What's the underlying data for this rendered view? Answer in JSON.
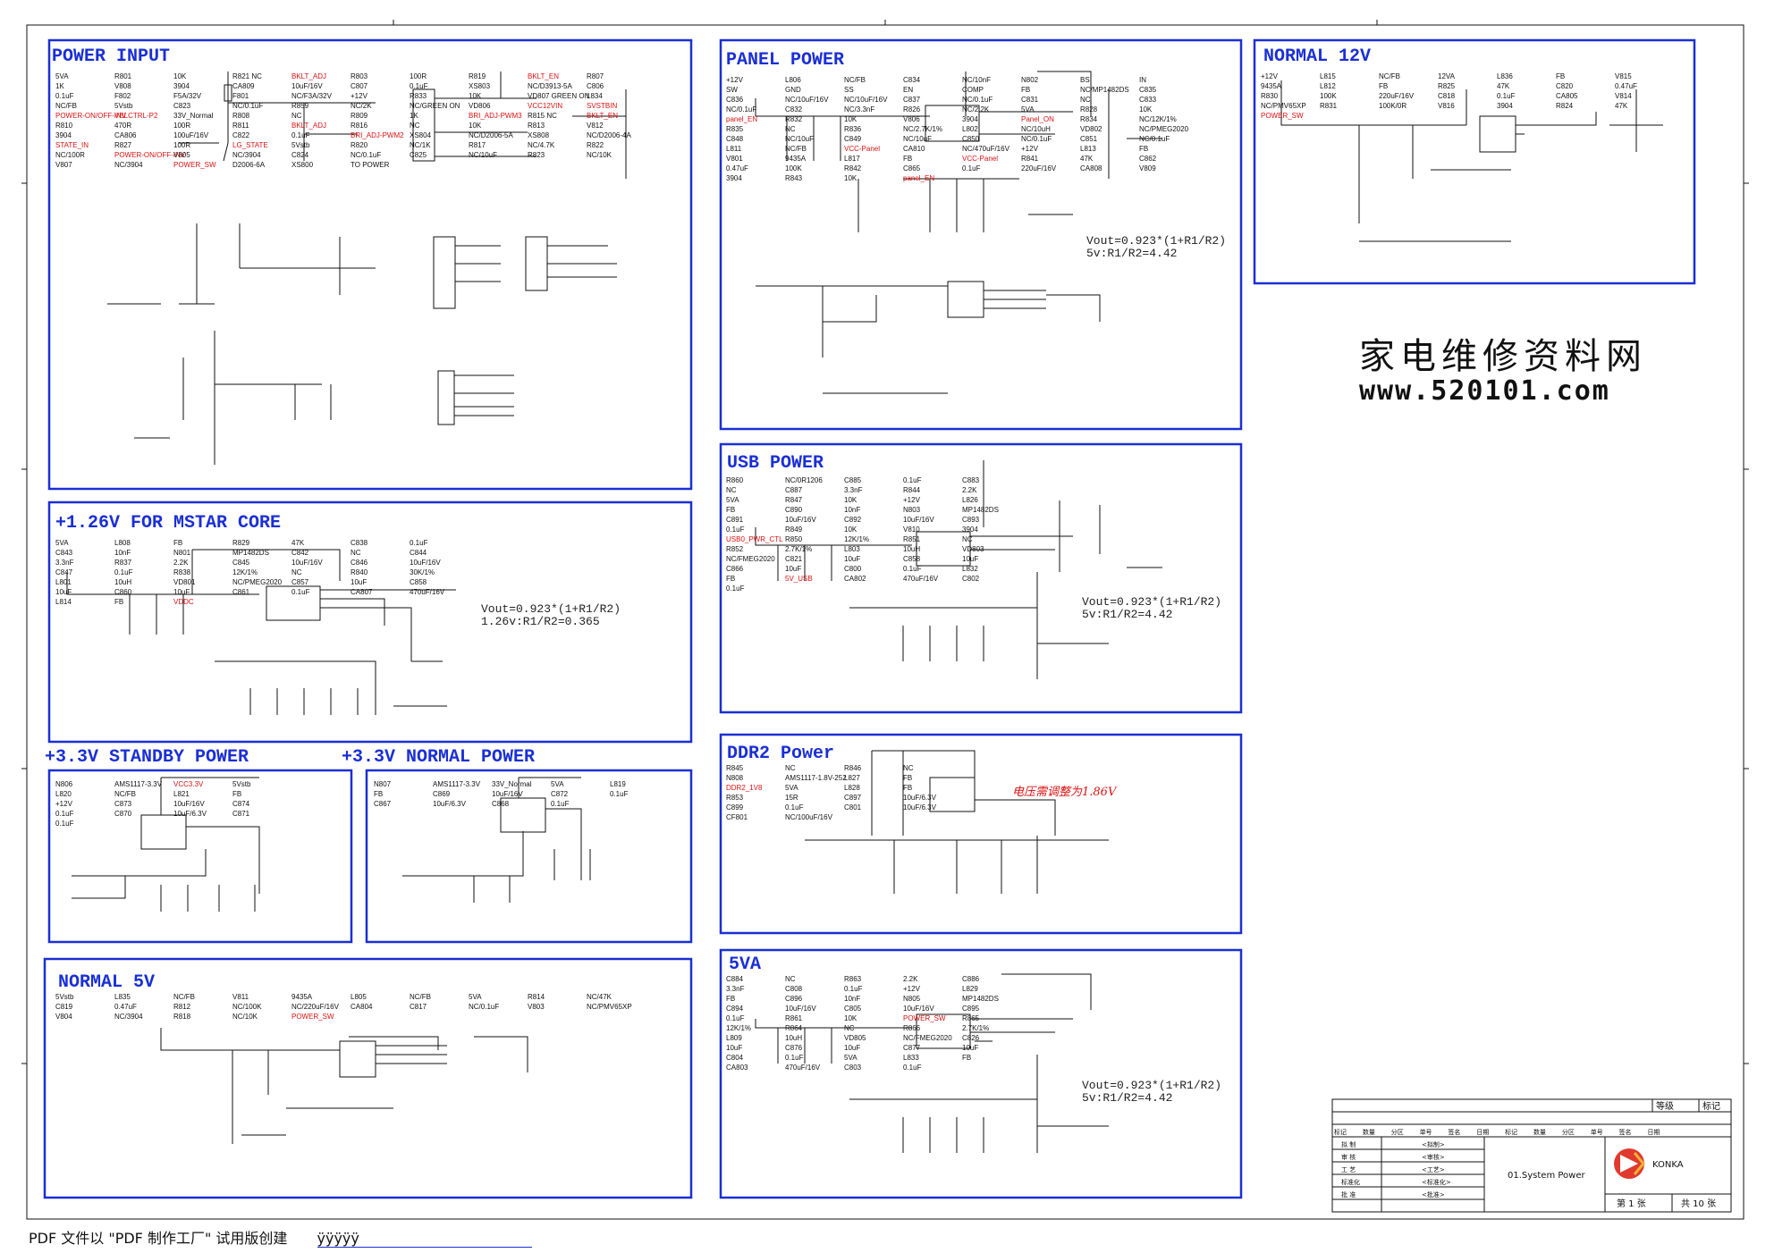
{
  "sections": {
    "power_input": {
      "title": "POWER INPUT"
    },
    "panel_power": {
      "title": "PANEL POWER",
      "formula": "Vout=0.923*(1+R1/R2)",
      "ratio": "5v:R1/R2=4.42"
    },
    "normal_12v": {
      "title": "NORMAL 12V"
    },
    "mstar_core": {
      "title": "+1.26V FOR MSTAR CORE",
      "formula": "Vout=0.923*(1+R1/R2)",
      "ratio": "1.26v:R1/R2=0.365"
    },
    "usb_power": {
      "title": "USB POWER",
      "formula": "Vout=0.923*(1+R1/R2)",
      "ratio": "5v:R1/R2=4.42"
    },
    "standby_33": {
      "title": "+3.3V STANDBY POWER"
    },
    "normal_33": {
      "title": "+3.3V NORMAL POWER"
    },
    "ddr2_power": {
      "title": "DDR2 Power",
      "note": "电压需调整为1.86V"
    },
    "normal_5v": {
      "title": "NORMAL 5V"
    },
    "va5": {
      "title": "5VA",
      "formula": "Vout=0.923*(1+R1/R2)",
      "ratio": "5v:R1/R2=4.42"
    }
  },
  "labels": {
    "power_input": [
      "5VA",
      "R801",
      "10K",
      "R821 NC",
      "BKLT_ADJ",
      "R803",
      "100R",
      "R819",
      "BKLT_EN",
      "R807",
      "1K",
      "V808",
      "3904",
      "CA809",
      "10uF/16V",
      "C807",
      "0.1uF",
      "XS803",
      "NC/D3913-5A",
      "C806",
      "0.1uF",
      "F802",
      "F5A/32V",
      "F801",
      "NC/F3A/32V",
      "+12V",
      "R833",
      "10K",
      "VD807 GREEN ON",
      "L834",
      "NC/FB",
      "5Vstb",
      "C823",
      "NC/0.1uF",
      "R859",
      "NC/2K",
      "NC/GREEN ON",
      "VD806",
      "VCC12VIN",
      "SVSTBIN",
      "POWER-ON/OFF-INV",
      "VBLCTRL-P2",
      "33V_Normal",
      "R808",
      "NC",
      "R809",
      "1K",
      "BRI_ADJ-PWM3",
      "R815 NC",
      "BKLT_EN",
      "R810",
      "470R",
      "100R",
      "R811",
      "BKLT_ADJ",
      "R816",
      "NC",
      "10K",
      "R813",
      "V812",
      "3904",
      "CA806",
      "100uF/16V",
      "C822",
      "0.1uF",
      "BRI_ADJ-PWM2",
      "XS804",
      "NC/D2006-5A",
      "XS808",
      "NC/D2006-4A",
      "STATE_IN",
      "R827",
      "100R",
      "LG_STATE",
      "5Vstb",
      "R820",
      "NC/1K",
      "R817",
      "NC/4.7K",
      "R822",
      "NC/100R",
      "POWER-ON/OFF-INV",
      "V805",
      "NC/3904",
      "C824",
      "NC/0.1uF",
      "C825",
      "NC/10uF",
      "R823",
      "NC/10K",
      "V807",
      "NC/3904",
      "POWER_SW",
      "D2006-6A",
      "XS800",
      "TO POWER"
    ],
    "panel_power": [
      "+12V",
      "L806",
      "NC/FB",
      "C834",
      "NC/10nF",
      "N802",
      "BS",
      "IN",
      "SW",
      "GND",
      "SS",
      "EN",
      "COMP",
      "FB",
      "NC/MP1482DS",
      "C835",
      "C836",
      "NC/10uF/16V",
      "NC/10uF/16V",
      "C837",
      "NC/0.1uF",
      "C831",
      "NC",
      "C833",
      "NC/0.1uF",
      "C832",
      "NC/3.3nF",
      "R826",
      "NC/2.2K",
      "5VA",
      "R828",
      "10K",
      "panel_EN",
      "R832",
      "10K",
      "V806",
      "3904",
      "Panel_ON",
      "R834",
      "NC/12K/1%",
      "R835",
      "NC",
      "R836",
      "NC/2.7K/1%",
      "L802",
      "NC/10uH",
      "VD802",
      "NC/PMEG2020",
      "C848",
      "NC/10uF",
      "C849",
      "NC/10uF",
      "C850",
      "NC/0.1uF",
      "C851",
      "NC/0.1uF",
      "L811",
      "NC/FB",
      "VCC-Panel",
      "CA810",
      "NC/470uF/16V",
      "+12V",
      "L813",
      "FB",
      "V801",
      "9435A",
      "L817",
      "FB",
      "VCC-Panel",
      "R841",
      "47K",
      "C862",
      "0.47uF",
      "100K",
      "R842",
      "C865",
      "0.1uF",
      "220uF/16V",
      "CA808",
      "V809",
      "3904",
      "R843",
      "10K",
      "panel_EN"
    ],
    "normal_12v": [
      "+12V",
      "L815",
      "NC/FB",
      "12VA",
      "L836",
      "FB",
      "V815",
      "9435A",
      "L812",
      "FB",
      "R825",
      "47K",
      "C820",
      "0.47uF",
      "R830",
      "100K",
      "220uF/16V",
      "C818",
      "0.1uF",
      "CA805",
      "V814",
      "NC/PMV65XP",
      "R831",
      "100K/0R",
      "V816",
      "3904",
      "R824",
      "47K",
      "POWER_SW"
    ],
    "mstar_core": [
      "5VA",
      "L808",
      "FB",
      "R829",
      "47K",
      "C838",
      "0.1uF",
      "C843",
      "10nF",
      "N801",
      "MP1482DS",
      "C842",
      "NC",
      "C844",
      "3.3nF",
      "R837",
      "2.2K",
      "C845",
      "10uF/16V",
      "C846",
      "10uF/16V",
      "C847",
      "0.1uF",
      "R838",
      "12K/1%",
      "NC",
      "R840",
      "30K/1%",
      "L801",
      "10uH",
      "VD801",
      "NC/PMEG2020",
      "C857",
      "10uF",
      "C858",
      "10uF",
      "C860",
      "10uF",
      "C861",
      "0.1uF",
      "CA807",
      "470uF/16V",
      "L814",
      "FB",
      "VDDC"
    ],
    "usb_power": [
      "R860",
      "NC/0R1206",
      "C885",
      "0.1uF",
      "C883",
      "NC",
      "C887",
      "3.3nF",
      "R844",
      "2.2K",
      "5VA",
      "R847",
      "10K",
      "+12V",
      "L826",
      "FB",
      "C890",
      "10nF",
      "N803",
      "MP1482DS",
      "C891",
      "10uF/16V",
      "C892",
      "10uF/16V",
      "C893",
      "0.1uF",
      "R849",
      "10K",
      "V810",
      "3904",
      "USB0_PWR_CTL",
      "R850",
      "12K/1%",
      "R851",
      "NC",
      "R852",
      "2.7K/1%",
      "L803",
      "10uH",
      "VD803",
      "NC/FMEG2020",
      "C821",
      "10uF",
      "C858",
      "10uF",
      "C866",
      "10uF",
      "C800",
      "0.1uF",
      "L832",
      "FB",
      "5V_USB",
      "CA802",
      "470uF/16V",
      "C802",
      "0.1uF"
    ],
    "standby_33": [
      "N806",
      "AMS1117-3.3V",
      "VCC3.3V",
      "5Vstb",
      "L820",
      "NC/FB",
      "L821",
      "FB",
      "+12V",
      "C873",
      "10uF/16V",
      "C874",
      "0.1uF",
      "C870",
      "10uF/6.3V",
      "C871",
      "0.1uF"
    ],
    "normal_33": [
      "N807",
      "AMS1117-3.3V",
      "33V_Normal",
      "5VA",
      "L819",
      "FB",
      "C869",
      "10uF/16V",
      "C872",
      "0.1uF",
      "C867",
      "10uF/6.3V",
      "C868",
      "0.1uF"
    ],
    "ddr2_power": [
      "R845",
      "NC",
      "R846",
      "NC",
      "N808",
      "AMS1117-1.8V-252",
      "L827",
      "FB",
      "DDR2_1V8",
      "5VA",
      "L828",
      "FB",
      "R853",
      "15R",
      "C897",
      "10uF/6.3V",
      "C899",
      "0.1uF",
      "C801",
      "10uF/6.3V",
      "CF801",
      "NC/100uF/16V"
    ],
    "normal_5v": [
      "5Vstb",
      "L835",
      "NC/FB",
      "V811",
      "9435A",
      "L805",
      "NC/FB",
      "5VA",
      "R814",
      "NC/47K",
      "C819",
      "0.47uF",
      "R812",
      "NC/100K",
      "NC/220uF/16V",
      "CA804",
      "C817",
      "NC/0.1uF",
      "V803",
      "NC/PMV65XP",
      "V804",
      "NC/3904",
      "R818",
      "NC/10K",
      "POWER_SW"
    ],
    "va5": [
      "C884",
      "NC",
      "R863",
      "2.2K",
      "C886",
      "3.3nF",
      "C808",
      "0.1uF",
      "+12V",
      "L829",
      "FB",
      "C896",
      "10nF",
      "N805",
      "MP1482DS",
      "C894",
      "10uF/16V",
      "C805",
      "10uF/16V",
      "C895",
      "0.1uF",
      "R861",
      "10K",
      "POWER_SW",
      "R865",
      "12K/1%",
      "R864",
      "NC",
      "R866",
      "2.7K/1%",
      "L809",
      "10uH",
      "VD805",
      "NC/FMEG2020",
      "C826",
      "10uF",
      "C876",
      "10uF",
      "C877",
      "10uF",
      "C804",
      "0.1uF",
      "5VA",
      "L833",
      "FB",
      "CA803",
      "470uF/16V",
      "C803",
      "0.1uF"
    ]
  },
  "watermark": {
    "line1": "家电维修资料网",
    "line2": "www.520101.com"
  },
  "title_block": {
    "hdr_grade": "等级",
    "hdr_mark": "标记",
    "row_headers": [
      "标记",
      "数量",
      "分区",
      "单号",
      "签名",
      "日期",
      "标记",
      "数量",
      "分区",
      "单号",
      "签名",
      "日期"
    ],
    "roles": [
      {
        "role": "拟 制",
        "value": "<拟制>"
      },
      {
        "role": "审 核",
        "value": "<审核>"
      },
      {
        "role": "工 艺",
        "value": "<工艺>"
      },
      {
        "role": "标准化",
        "value": "<标准化>"
      },
      {
        "role": "批 准",
        "value": "<批准>"
      }
    ],
    "drawing_title": "01.System Power",
    "company": "KONKA",
    "sheet_no": "第 1 张",
    "sheet_total": "共 10 张"
  },
  "footer": {
    "text": "PDF 文件以 \"PDF 制作工厂\" 试用版创建",
    "link": "ÿÿÿÿÿ"
  },
  "colors": {
    "frame": "#1a2fd6",
    "net_red": "#d11111",
    "ink": "#111111",
    "logo": "#e03a2f"
  }
}
